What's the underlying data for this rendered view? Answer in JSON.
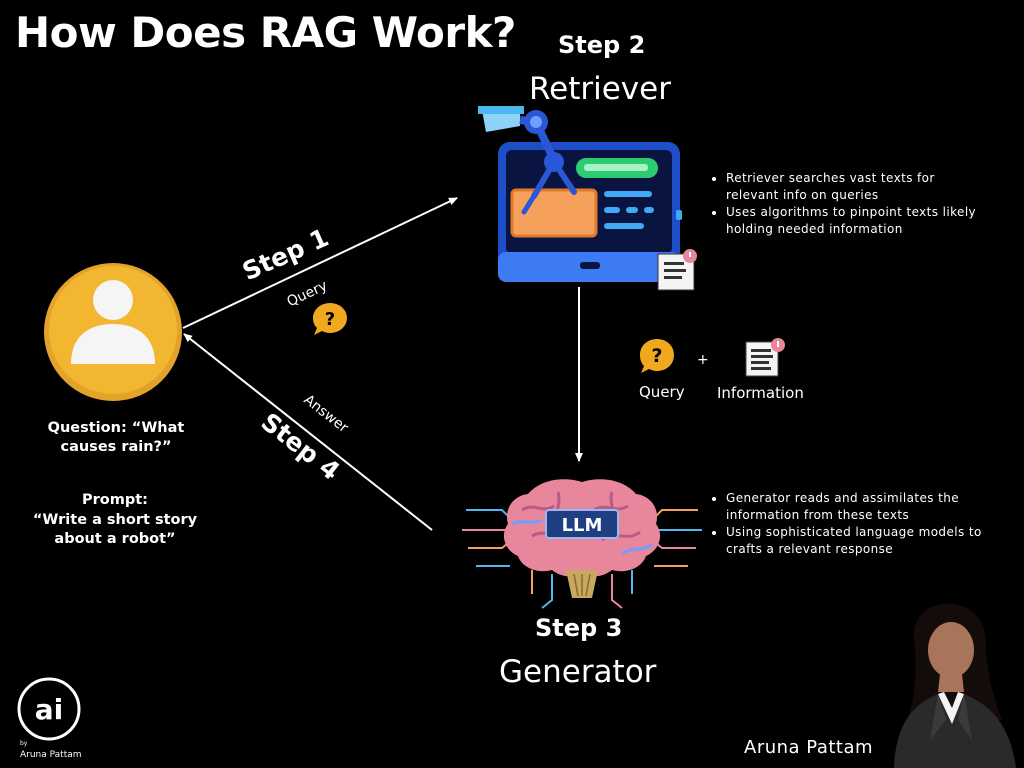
{
  "title": "How Does RAG Work?",
  "step1": {
    "label": "Step 1",
    "edge_label": "Query"
  },
  "step2": {
    "label": "Step 2",
    "name": "Retriever",
    "bullets": [
      "Retriever searches vast texts for relevant info on queries",
      "Uses algorithms to pinpoint texts likely holding needed information"
    ]
  },
  "step3": {
    "label": "Step 3",
    "name": "Generator",
    "llm_badge": "LLM",
    "bullets": [
      "Generator reads and assimilates the information from these texts",
      "Using sophisticated language models to crafts a relevant response"
    ]
  },
  "step4": {
    "label": "Step 4",
    "edge_label": "Answer"
  },
  "combine": {
    "query_label": "Query",
    "plus": "+",
    "info_label": "Information"
  },
  "user": {
    "question": "Question: “What causes rain?”",
    "prompt_label": "Prompt:",
    "prompt_text": "“Write a short story about a robot”"
  },
  "logo": {
    "mark": "ai",
    "by": "by",
    "name": "Aruna Pattam"
  },
  "author": "Aruna Pattam",
  "colors": {
    "background": "#000000",
    "avatar": "#F2B631",
    "question_bubble": "#F0A81E",
    "monitor_blue": "#2F6CF0",
    "robot_arm": "#2A56D8",
    "screen_orange": "#F5A15C",
    "screen_green": "#2ECC71",
    "brain_pink": "#E8869B",
    "llm_badge": "#1F3F82"
  }
}
